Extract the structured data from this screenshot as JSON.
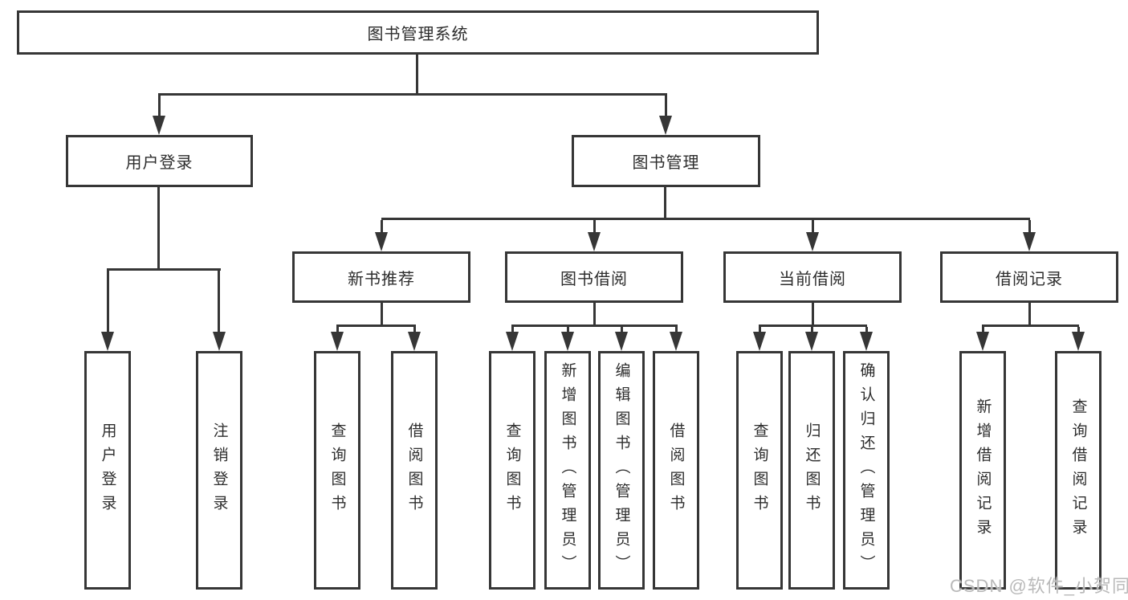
{
  "colors": {
    "line": "#363636",
    "text": "#2d2d2d",
    "background": "#ffffff",
    "watermark": "#b9b9b9"
  },
  "tree": {
    "label": "图书管理系统",
    "children": [
      {
        "label": "用户登录",
        "children": [
          {
            "label": "用户登录"
          },
          {
            "label": "注销登录"
          }
        ]
      },
      {
        "label": "图书管理",
        "children": [
          {
            "label": "新书推荐",
            "children": [
              {
                "label": "查询图书"
              },
              {
                "label": "借阅图书"
              }
            ]
          },
          {
            "label": "图书借阅",
            "children": [
              {
                "label": "查询图书"
              },
              {
                "label": "新增图书（管理员）"
              },
              {
                "label": "编辑图书（管理员）"
              },
              {
                "label": "借阅图书"
              }
            ]
          },
          {
            "label": "当前借阅",
            "children": [
              {
                "label": "查询图书"
              },
              {
                "label": "归还图书"
              },
              {
                "label": "确认归还（管理员）"
              }
            ]
          },
          {
            "label": "借阅记录",
            "children": [
              {
                "label": "新增借阅记录"
              },
              {
                "label": "查询借阅记录"
              }
            ]
          }
        ]
      }
    ]
  },
  "watermark": {
    "text": "CSDN @软件_小贺同学"
  }
}
